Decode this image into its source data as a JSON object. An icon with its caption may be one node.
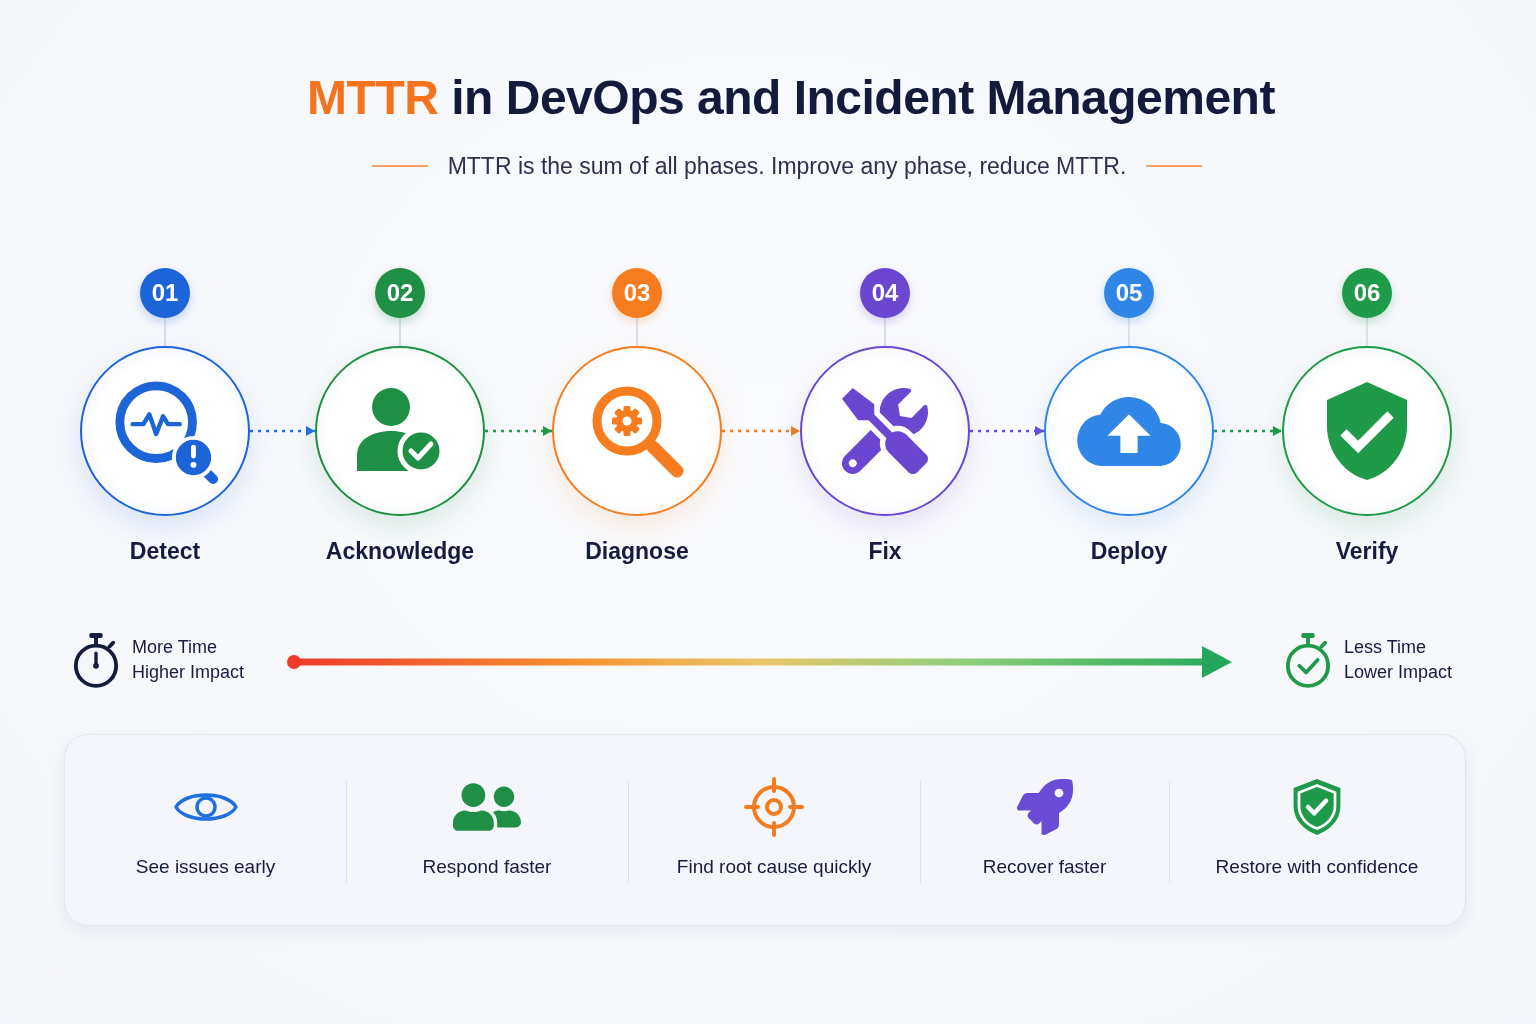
{
  "diagram": {
    "title": "MTTR in DevOps and Incident Management",
    "nodes": [
      {
        "text": [
          "01"
        ]
      },
      {
        "text": [
          "Detect"
        ]
      },
      {
        "text": [
          "02"
        ]
      },
      {
        "text": [
          "Acknowledge"
        ]
      },
      {
        "text": [
          "03"
        ]
      },
      {
        "text": [
          "Diagnose"
        ]
      },
      {
        "text": [
          "04"
        ]
      },
      {
        "text": [
          "Fix"
        ]
      },
      {
        "text": [
          "05"
        ]
      },
      {
        "text": [
          "Deploy"
        ]
      },
      {
        "text": [
          "06"
        ]
      },
      {
        "text": [
          "Verify"
        ]
      },
      {
        "text": [
          "More Time",
          "Higher Impact"
        ]
      },
      {
        "text": [
          "Less Time",
          "Lower Impact"
        ]
      },
      {
        "text": [
          "See issues early",
          "Respond faster",
          "Find root cause quickly",
          "Recover faster",
          "Restore with confidence"
        ]
      }
    ],
    "edges": [
      {
        "from": 0,
        "to": 1,
        "arrow": "none"
      },
      {
        "from": 2,
        "to": 3,
        "arrow": "none"
      },
      {
        "from": 4,
        "to": 5,
        "arrow": "none"
      },
      {
        "from": 6,
        "to": 7,
        "arrow": "none"
      },
      {
        "from": 8,
        "to": 9,
        "arrow": "none"
      },
      {
        "from": 10,
        "to": 11,
        "arrow": "none"
      },
      {
        "from": 1,
        "to": 3,
        "arrow": "to",
        "style": "dashed",
        "color": "#1f6fe0"
      },
      {
        "from": 3,
        "to": 5,
        "arrow": "to",
        "style": "dashed",
        "color": "#1e9a4a"
      },
      {
        "from": 5,
        "to": 7,
        "arrow": "to",
        "style": "dashed",
        "color": "#f47c20"
      },
      {
        "from": 7,
        "to": 9,
        "arrow": "to",
        "style": "dashed",
        "color": "#6a4bd6"
      },
      {
        "from": 9,
        "to": 11,
        "arrow": "to",
        "style": "dashed",
        "color": "#1e9a4a"
      },
      {
        "from": 12,
        "to": 13,
        "arrow": "to",
        "style": "thick"
      }
    ],
    "labels": [
      "MTTR is the sum of all phases. Improve any phase, reduce MTTR."
    ]
  }
}
